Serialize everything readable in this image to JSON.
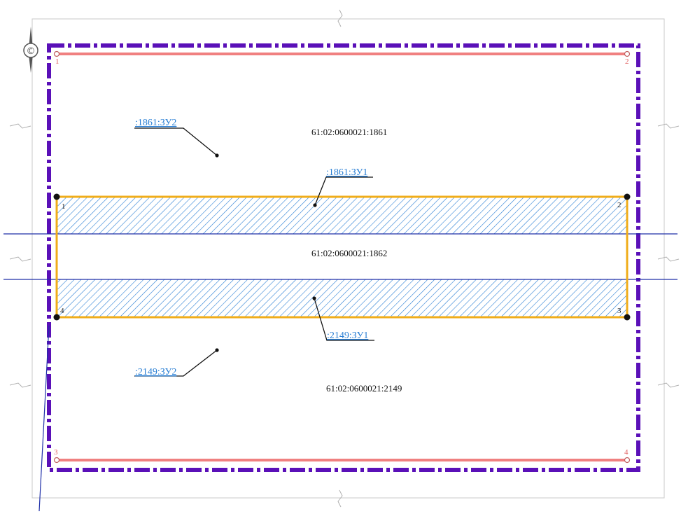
{
  "parcels": [
    {
      "id": "north",
      "cadastral": "61:02:0600021:1861"
    },
    {
      "id": "middle",
      "cadastral": "61:02:0600021:1862"
    },
    {
      "id": "south",
      "cadastral": "61:02:0600021:2149"
    }
  ],
  "new_plots": [
    {
      "id": "n-zu2",
      "label": ":1861:ЗУ2"
    },
    {
      "id": "n-zu1",
      "label": ":1861:ЗУ1"
    },
    {
      "id": "s-zu1",
      "label": ":2149:ЗУ1"
    },
    {
      "id": "s-zu2",
      "label": ":2149:ЗУ2"
    }
  ],
  "boundary_points": {
    "outer": [
      "1",
      "2",
      "3",
      "4"
    ],
    "inner": [
      "1",
      "2",
      "3",
      "4"
    ]
  },
  "compass_glyph": "©",
  "colors": {
    "block_boundary": "#5a10b8",
    "outer_edge": "#f08080",
    "plot_outline": "#f0ad1a",
    "hatch": "#2b7fd4",
    "grid_line": "#1e2fa8",
    "link_text": "#2a7fd4",
    "point_marker": "#111111"
  },
  "icons": [
    "north-arrow-icon"
  ]
}
